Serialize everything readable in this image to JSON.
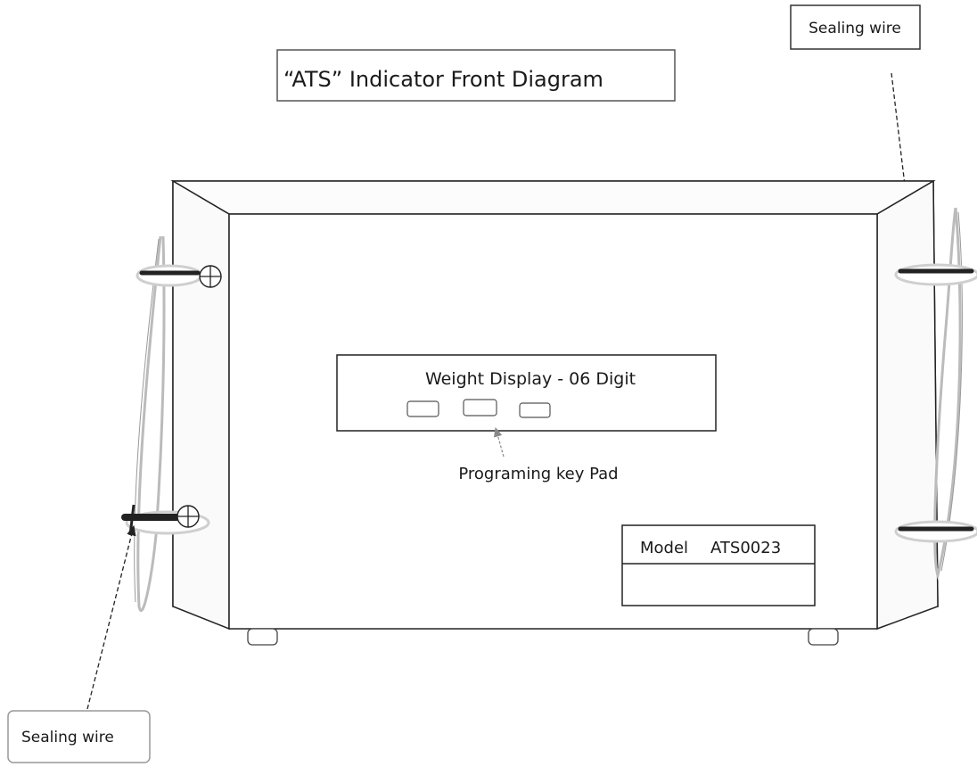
{
  "title": "“ATS” Indicator Front Diagram",
  "display_label": "Weight Display - 06 Digit",
  "keypad_label": "Programing key Pad",
  "model_label": "Model",
  "model_number": "ATS0023",
  "callouts": {
    "top_right": "Sealing wire",
    "bottom_left": "Sealing wire"
  }
}
